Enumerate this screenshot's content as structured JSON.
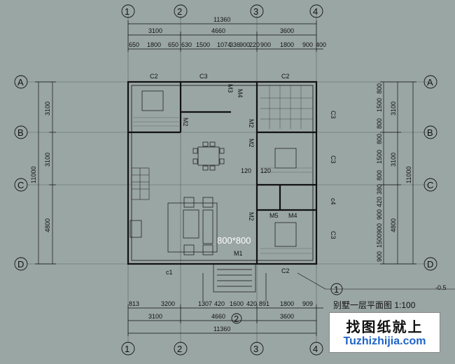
{
  "axes_columns": [
    "1",
    "2",
    "3",
    "4"
  ],
  "axes_rows": [
    "A",
    "B",
    "C",
    "D"
  ],
  "dims_top": {
    "overall": "11360",
    "segments": [
      "3100",
      "4660",
      "3600"
    ],
    "detail": [
      "650",
      "1800",
      "650",
      "630",
      "1500",
      "1074",
      "336",
      "900",
      "220",
      "900",
      "1800",
      "900",
      "400"
    ]
  },
  "dims_bottom": {
    "overall": "11360",
    "segments": [
      "3100",
      "4660",
      "3600"
    ],
    "detail": [
      "813",
      "3200",
      "1307",
      "420",
      "1600",
      "420",
      "891",
      "1800",
      "909"
    ]
  },
  "dims_left": {
    "overall": "11000",
    "segments": [
      "3100",
      "3100",
      "4800"
    ]
  },
  "dims_right": {
    "overall": "11000",
    "segments": [
      "3100",
      "3100",
      "4800"
    ],
    "detail": [
      "800",
      "1500",
      "800",
      "800",
      "1500",
      "800",
      "380",
      "420",
      "900",
      "900",
      "1500",
      "900"
    ]
  },
  "labels": {
    "windows": [
      "C2",
      "C3",
      "C2",
      "C3",
      "C3",
      "C3",
      "C2",
      "c1",
      "c4"
    ],
    "doors": [
      "M3",
      "M4",
      "M2",
      "M2",
      "M2",
      "M2",
      "M1",
      "M5",
      "M4"
    ],
    "wall_120_a": "120",
    "wall_120_b": "120",
    "tile_note": "800*800",
    "elev": "-0.5"
  },
  "title": {
    "circle": "1",
    "text": "别墅一层平面图",
    "scale": "1:100"
  },
  "circle2": "2",
  "brand": {
    "cn": "找图纸就上",
    "url": "Tuzhizhijia.com"
  }
}
